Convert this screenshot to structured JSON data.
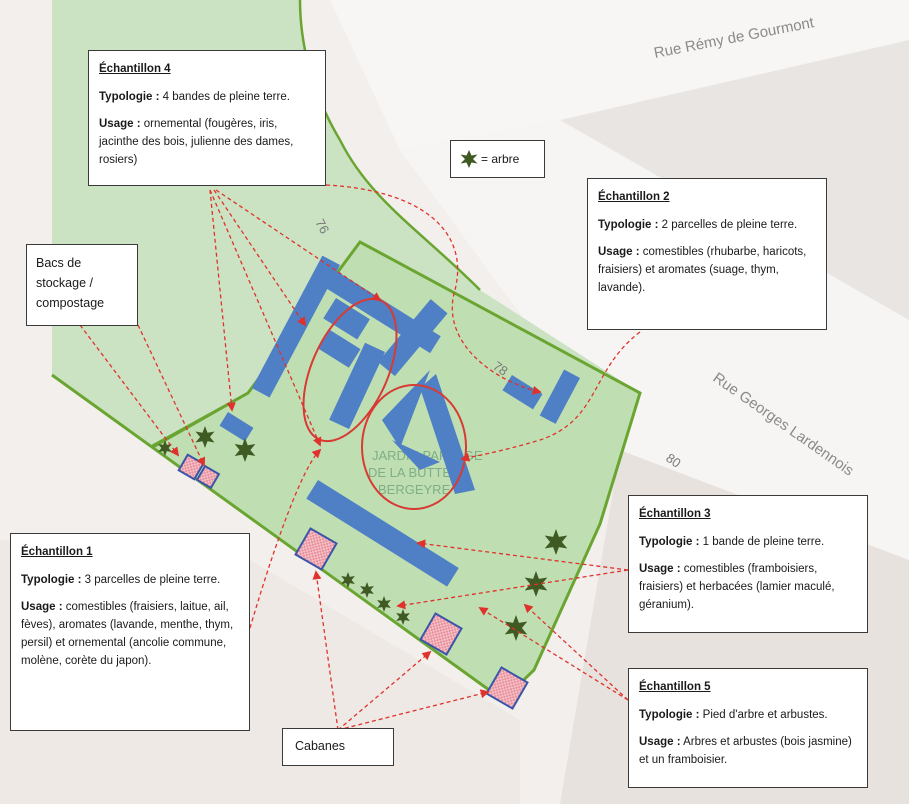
{
  "streets": {
    "gourmont": "Rue Rémy de Gourmont",
    "lardennois": "Rue Georges Lardennois"
  },
  "address_numbers": [
    "76",
    "78",
    "80"
  ],
  "garden_label_lines": [
    "JARDIN PARTAGE",
    "DE LA BUTTE",
    "BERGEYRE"
  ],
  "legend": {
    "symbol_icon": "star-tree-icon",
    "text": "= arbre"
  },
  "storage_label": [
    "Bacs de",
    "stockage /",
    "compostage"
  ],
  "cabanes_label": "Cabanes",
  "samples": {
    "s4": {
      "title": "Échantillon 4",
      "typology_label": "Typologie :",
      "typology": " 4 bandes de pleine terre.",
      "usage_label": "Usage :",
      "usage": " ornemental (fougères, iris, jacinthe des bois, julienne des dames, rosiers)"
    },
    "s2": {
      "title": "Échantillon 2",
      "typology_label": "Typologie :",
      "typology": " 2 parcelles de pleine terre.",
      "usage_label": "Usage :",
      "usage": " comestibles (rhubarbe, haricots, fraisiers) et aromates (suage, thym, lavande)."
    },
    "s1": {
      "title": "Échantillon 1",
      "typology_label": "Typologie :",
      "typology": " 3 parcelles de pleine terre.",
      "usage_label": "Usage :",
      "usage": " comestibles (fraisiers, laitue, ail, fèves), aromates (lavande, menthe, thym, persil) et ornemental (ancolie commune, molène, corète du japon)."
    },
    "s3": {
      "title": "Échantillon 3",
      "typology_label": "Typologie :",
      "typology": " 1 bande de pleine terre.",
      "usage_label": "Usage :",
      "usage": " comestibles (framboisiers, fraisiers) et herbacées (lamier maculé, géranium)."
    },
    "s5": {
      "title": "Échantillon 5",
      "typology_label": "Typologie :",
      "typology": " Pied d'arbre et arbustes.",
      "usage_label": "Usage :",
      "usage": " Arbres et arbustes (bois jasmine) et un framboisier."
    }
  },
  "colors": {
    "park_green": "#cde6c5",
    "garden_fill": "#b9dcae",
    "border_green": "#6aa531",
    "bed_blue": "#4f7fc4",
    "arrow_red": "#e0322c",
    "tree_green": "#3f5a22",
    "cabin_pink": "#f2b9c0",
    "road_grey": "#ececea",
    "building_grey": "#e6e2df"
  }
}
